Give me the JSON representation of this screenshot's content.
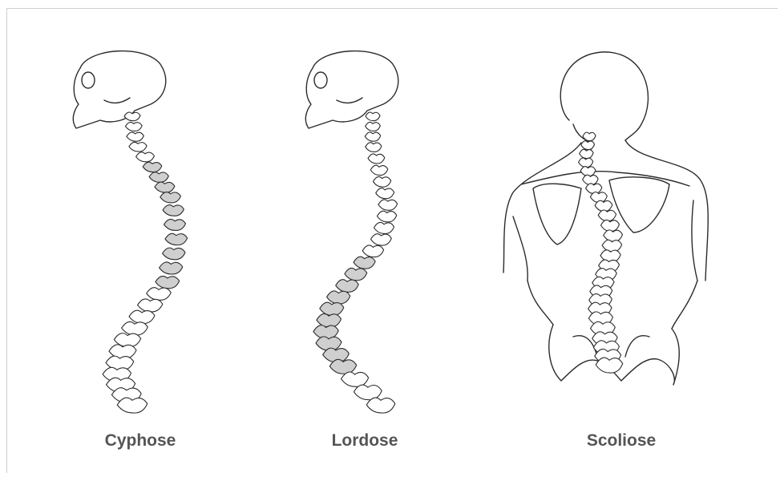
{
  "figures": [
    {
      "id": "cyphose",
      "caption": "Cyphose"
    },
    {
      "id": "lordose",
      "caption": "Lordose"
    },
    {
      "id": "scoliose",
      "caption": "Scoliose"
    }
  ],
  "colors": {
    "line": "#2b2b2b",
    "shaded_vertebrae": "#cfcfcf",
    "caption_text": "#555555",
    "background": "#ffffff"
  }
}
